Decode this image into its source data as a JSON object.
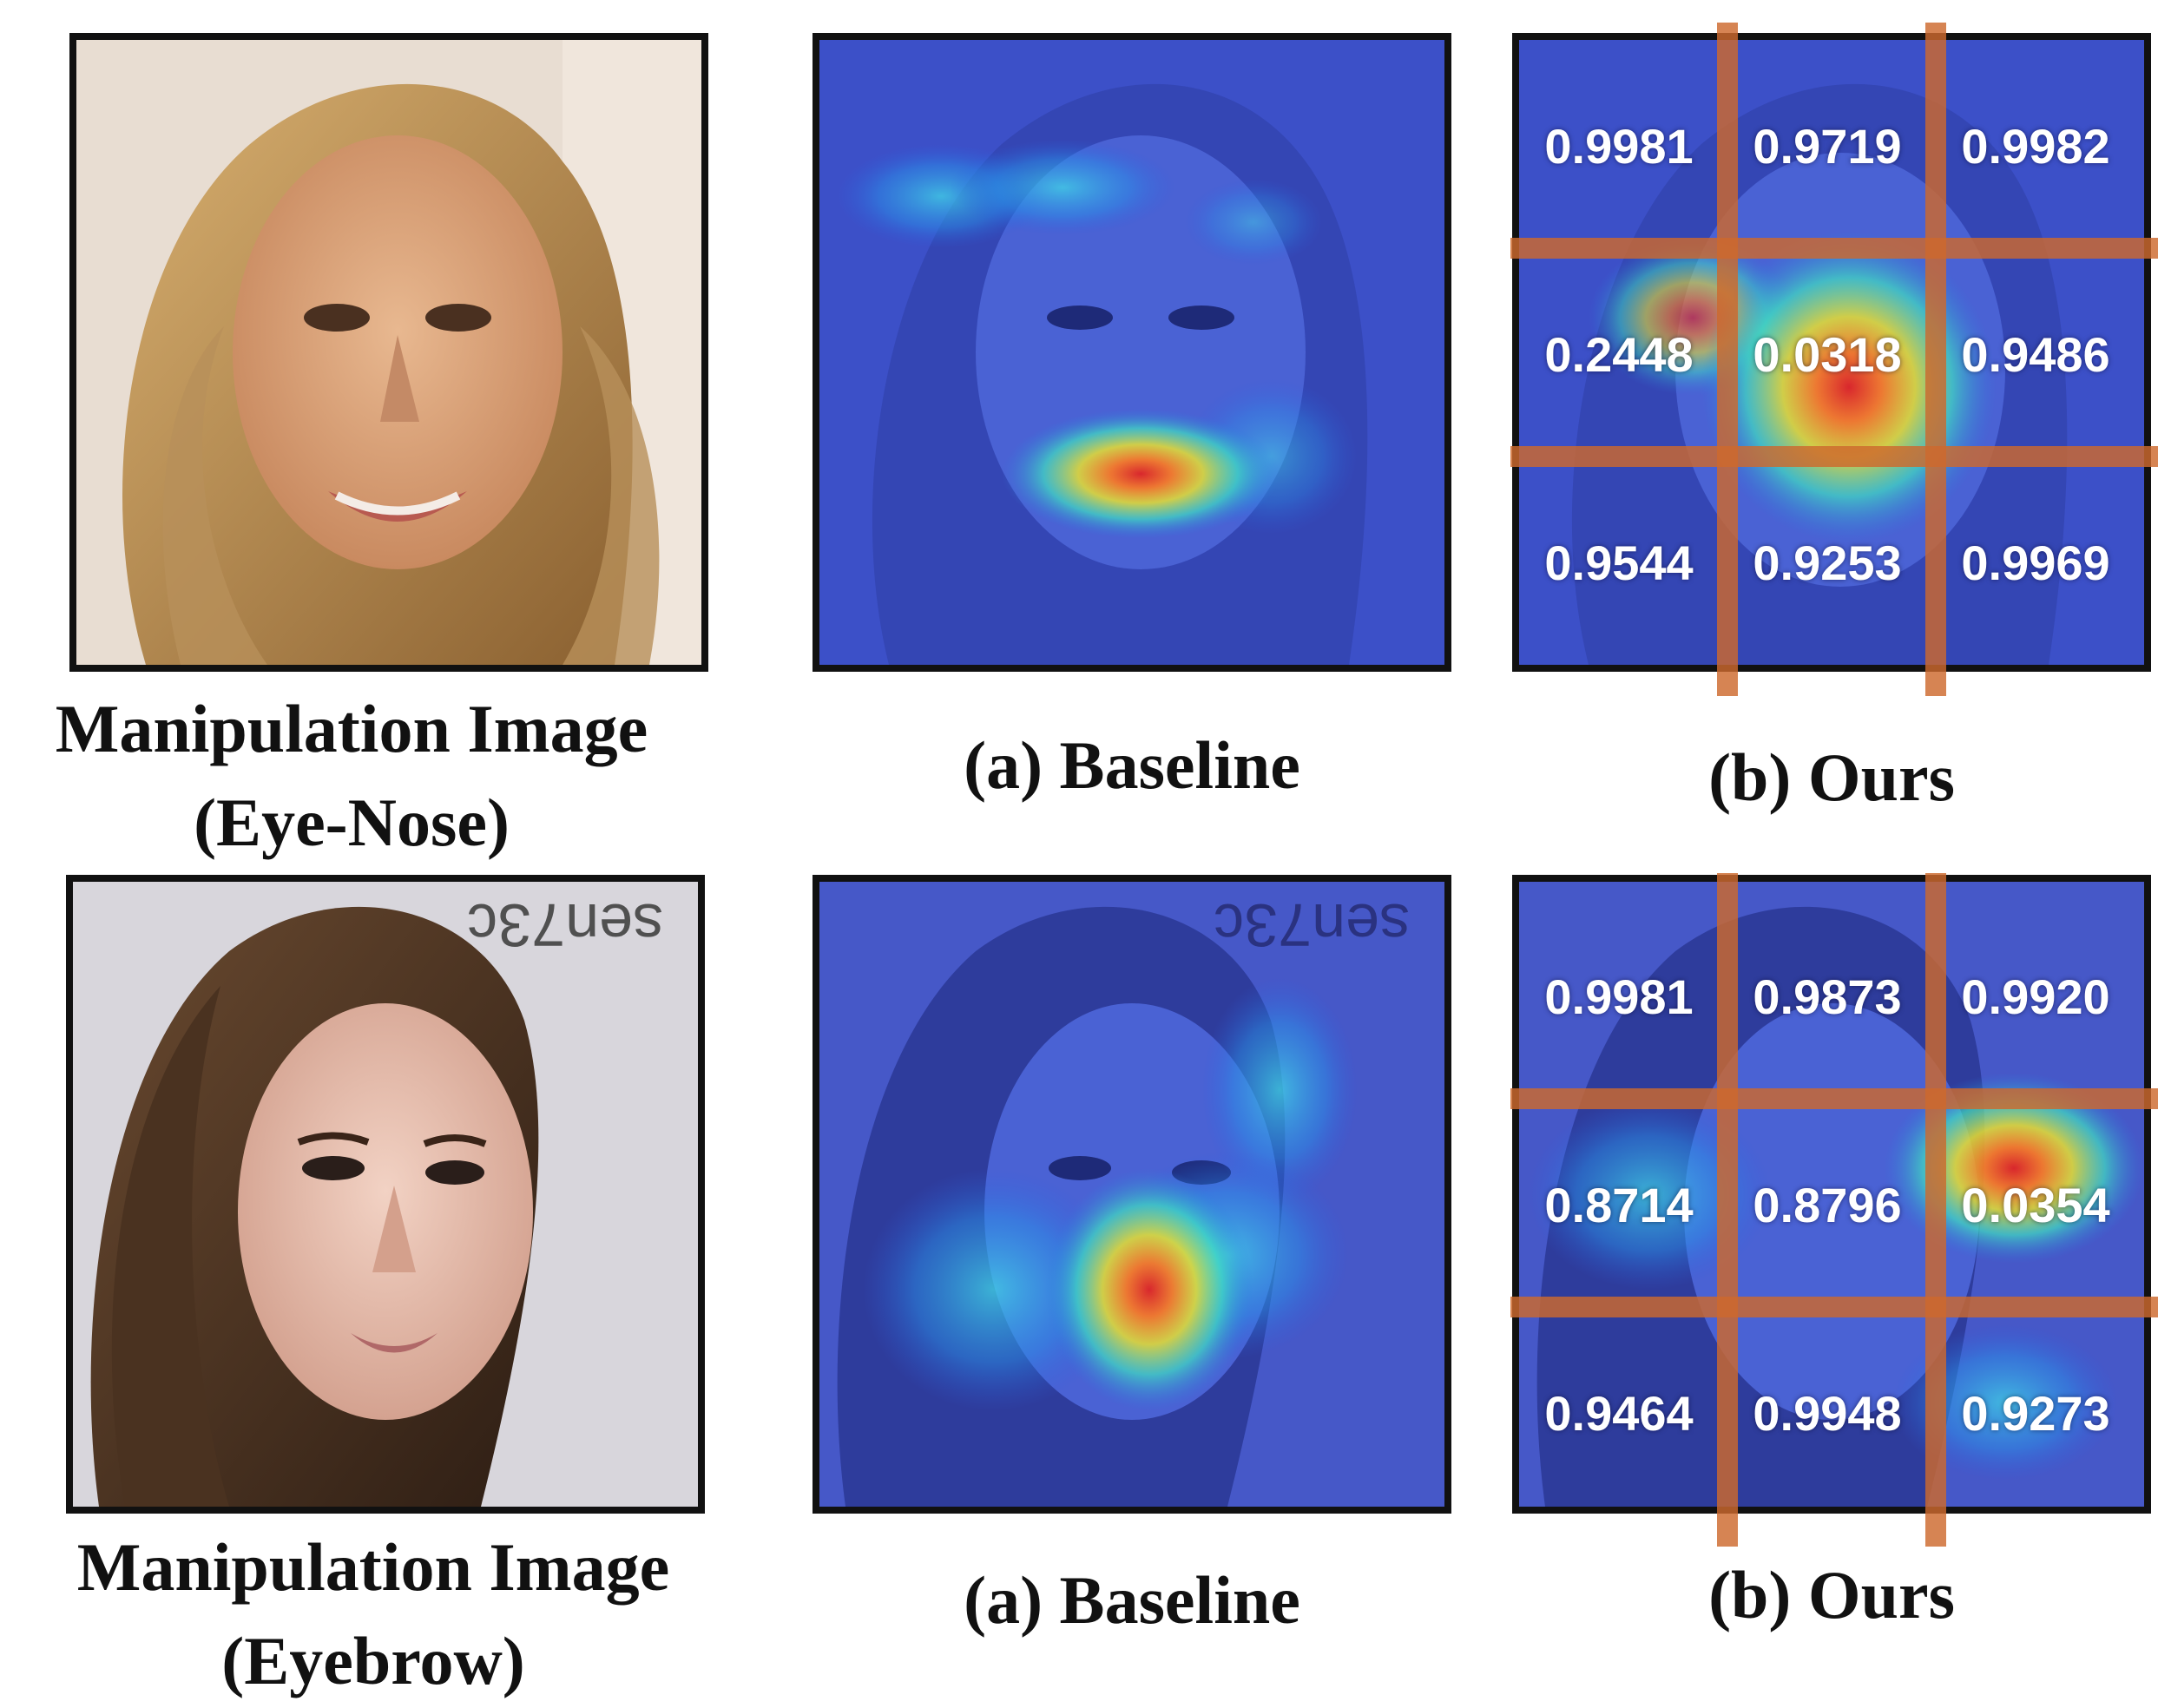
{
  "rows": [
    {
      "source_caption_line1": "Manipulation Image",
      "source_caption_line2": "(Eye-Nose)",
      "baseline_caption": "(a) Baseline",
      "ours_caption": "(b) Ours",
      "scores": [
        "0.9981",
        "0.9719",
        "0.9982",
        "0.2448",
        "0.0318",
        "0.9486",
        "0.9544",
        "0.9253",
        "0.9969"
      ]
    },
    {
      "source_caption_line1": "Manipulation Image",
      "source_caption_line2": "(Eyebrow)",
      "baseline_caption": "(a) Baseline",
      "ours_caption": "(b) Ours",
      "scores": [
        "0.9981",
        "0.9873",
        "0.9920",
        "0.8714",
        "0.8796",
        "0.0354",
        "0.9464",
        "0.9948",
        "0.9273"
      ]
    }
  ],
  "colors": {
    "heatmap_low": "#3a4fd0",
    "heatmap_mid": "#40e0c0",
    "heatmap_high": "#e03030",
    "grid_overlay": "#cd692d",
    "frame": "#111111"
  }
}
